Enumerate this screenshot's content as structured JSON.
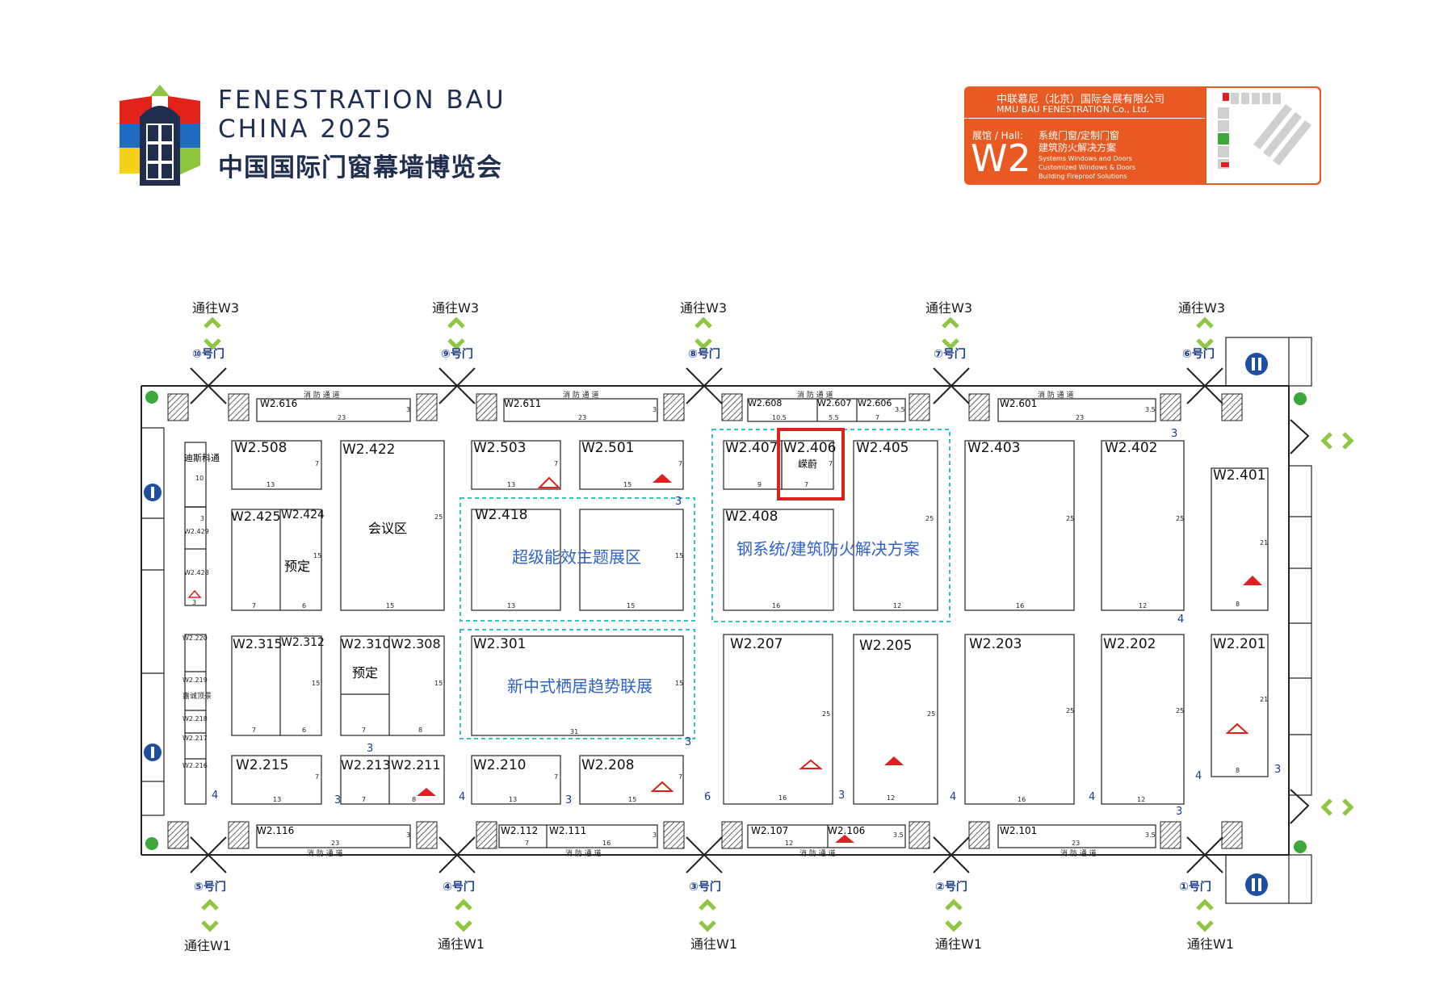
{
  "header": {
    "title_en_line1": "FENESTRATION BAU",
    "title_en_line2": "CHINA 2025",
    "title_cn": "中国国际门窗幕墙博览会"
  },
  "hall_card": {
    "company_cn": "中联慕尼（北京）国际会展有限公司",
    "company_en": "MMU BAU FENESTRATION Co., Ltd.",
    "hall_label": "展馆 / Hall:",
    "hall_code": "W2",
    "theme_cn_1": "系统门窗/定制门窗",
    "theme_cn_2": "建筑防火解决方案",
    "theme_en_1": "Systems Windows and Doors",
    "theme_en_2": "Customized Windows & Doors",
    "theme_en_3": "Building Fireproof Solutions"
  },
  "gates_top": [
    {
      "to": "通往W3",
      "door": "⑩号门"
    },
    {
      "to": "通往W3",
      "door": "⑨号门"
    },
    {
      "to": "通往W3",
      "door": "⑧号门"
    },
    {
      "to": "通往W3",
      "door": "⑦号门"
    },
    {
      "to": "通往W3",
      "door": "⑥号门"
    }
  ],
  "gates_bottom": [
    {
      "to": "通往W1",
      "door": "⑤号门"
    },
    {
      "to": "通往W1",
      "door": "④号门"
    },
    {
      "to": "通往W1",
      "door": "③号门"
    },
    {
      "to": "通往W1",
      "door": "②号门"
    },
    {
      "to": "通往W1",
      "door": "①号门"
    }
  ],
  "fire_lane": "消 防 通 道",
  "zones": {
    "energy": "超级能效主题展区",
    "steel": "钢系统/建筑防火解决方案",
    "chinese": "新中式栖居趋势联展"
  },
  "booths": {
    "b2616": "W2.616",
    "b2611": "W2.611",
    "b2608": "W2.608",
    "b2607": "W2.607",
    "b2606": "W2.606",
    "b2601": "W2.601",
    "b2508": "W2.508",
    "b2422": "W2.422",
    "b2503": "W2.503",
    "b2501": "W2.501",
    "b2407": "W2.407",
    "b2406": "W2.406",
    "b2405": "W2.405",
    "b2403": "W2.403",
    "b2402": "W2.402",
    "b2401": "W2.401",
    "b2425": "W2.425",
    "b2424": "W2.424",
    "b2418": "W2.418",
    "b2408": "W2.408",
    "b2315": "W2.315",
    "b2312": "W2.312",
    "b2310": "W2.310",
    "b2308": "W2.308",
    "b2301": "W2.301",
    "b2207": "W2.207",
    "b2205": "W2.205",
    "b2203": "W2.203",
    "b2202": "W2.202",
    "b2201": "W2.201",
    "b2215": "W2.215",
    "b2213": "W2.213",
    "b2211": "W2.211",
    "b2210": "W2.210",
    "b2208": "W2.208",
    "b2116": "W2.116",
    "b2112": "W2.112",
    "b2111": "W2.111",
    "b2107": "W2.107",
    "b2106": "W2.106",
    "b2101": "W2.101",
    "b2429": "W2.429",
    "b2428": "W2.428",
    "b2220": "W2.220",
    "b2219": "W2.219",
    "b2218": "W2.218",
    "b2217": "W2.217",
    "b2216": "W2.216"
  },
  "labels": {
    "disco": "迪斯科通",
    "meeting": "会议区",
    "reserved": "预定",
    "zongwei": "嵘蔚",
    "jiacheng": "嘉诚顶景"
  },
  "dims": {
    "d23": "23",
    "d3": "3",
    "d7": "7",
    "d13": "13",
    "d25": "25",
    "d15": "15",
    "d10": "10",
    "d6": "6",
    "d9": "9",
    "d12": "12",
    "d16": "16",
    "d4": "4",
    "d8": "8",
    "d21": "21",
    "d31": "31",
    "d10_5": "10.5",
    "d5_5": "5.5",
    "d3_5": "3.5"
  },
  "colors": {
    "hall_card": "#e95a22",
    "highlight": "#e02020",
    "zone_border": "#35c3c3",
    "zone_text": "#2f63c6",
    "logo_navy": "#1f2d4f"
  }
}
